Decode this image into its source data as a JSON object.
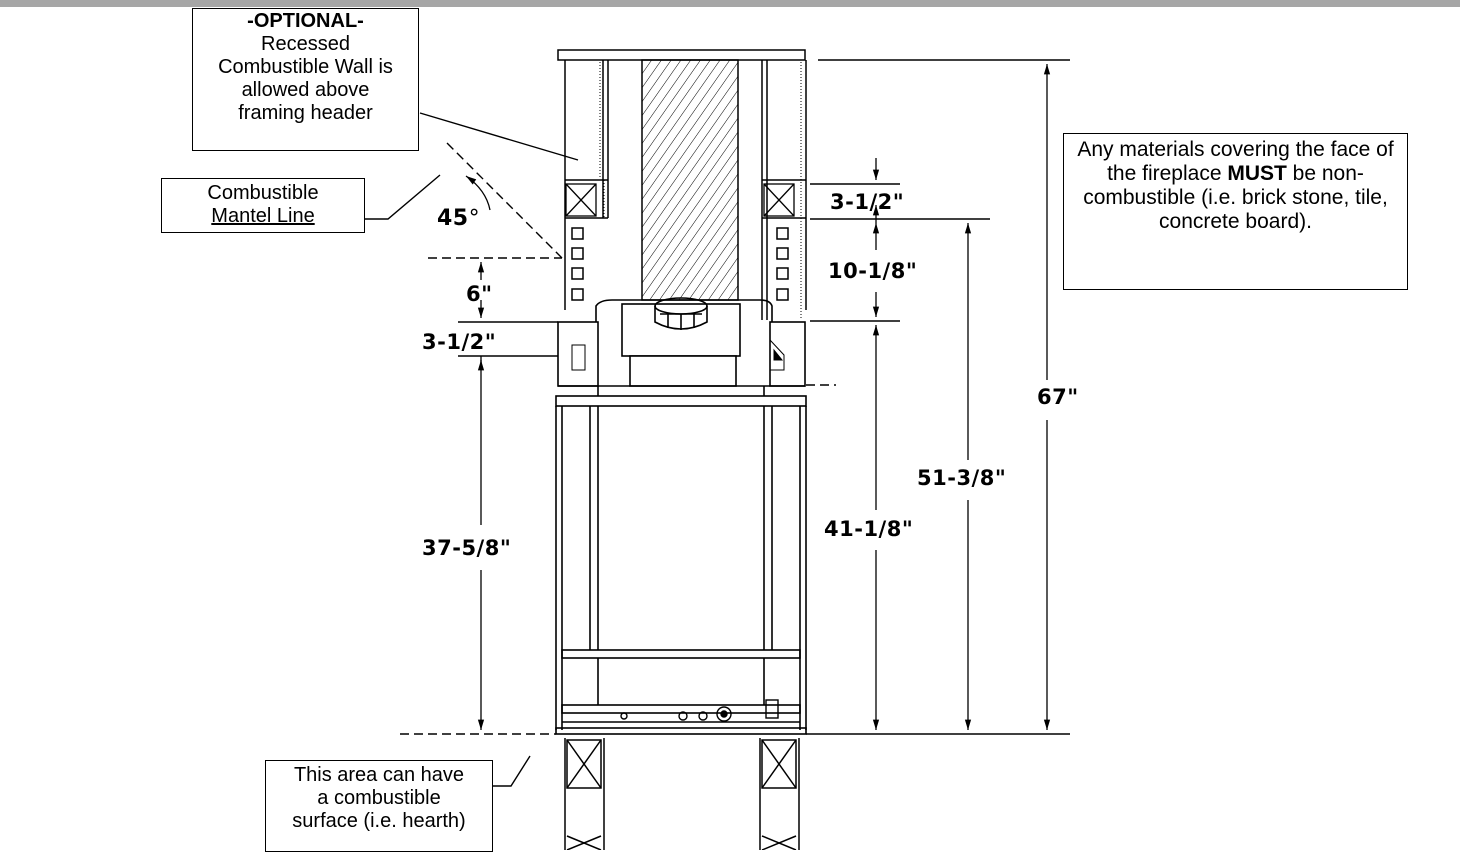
{
  "notes": {
    "optional": {
      "heading": "-OPTIONAL-",
      "lines": [
        "Recessed",
        "Combustible Wall is",
        "allowed above",
        "framing header"
      ]
    },
    "mantel": {
      "lines": [
        "Combustible",
        "Mantel Line"
      ]
    },
    "materials": {
      "before_bold": "Any materials covering the face of the fireplace ",
      "bold": "MUST",
      "after_bold": " be non-combustible (i.e. brick stone, tile, concrete board)."
    },
    "hearth": {
      "lines": [
        "This area can have",
        "a combustible",
        "surface (i.e. hearth)"
      ]
    }
  },
  "dimensions": {
    "angle": "45",
    "angle_unit": "°",
    "d_3_1_2_top": "3-1/2\"",
    "d_10_1_8": "10-1/8\"",
    "d_6": "6\"",
    "d_3_1_2_left": "3-1/2\"",
    "d_67": "67\"",
    "d_51_3_8": "51-3/8\"",
    "d_41_1_8": "41-1/8\"",
    "d_37_5_8": "37-5/8\""
  }
}
